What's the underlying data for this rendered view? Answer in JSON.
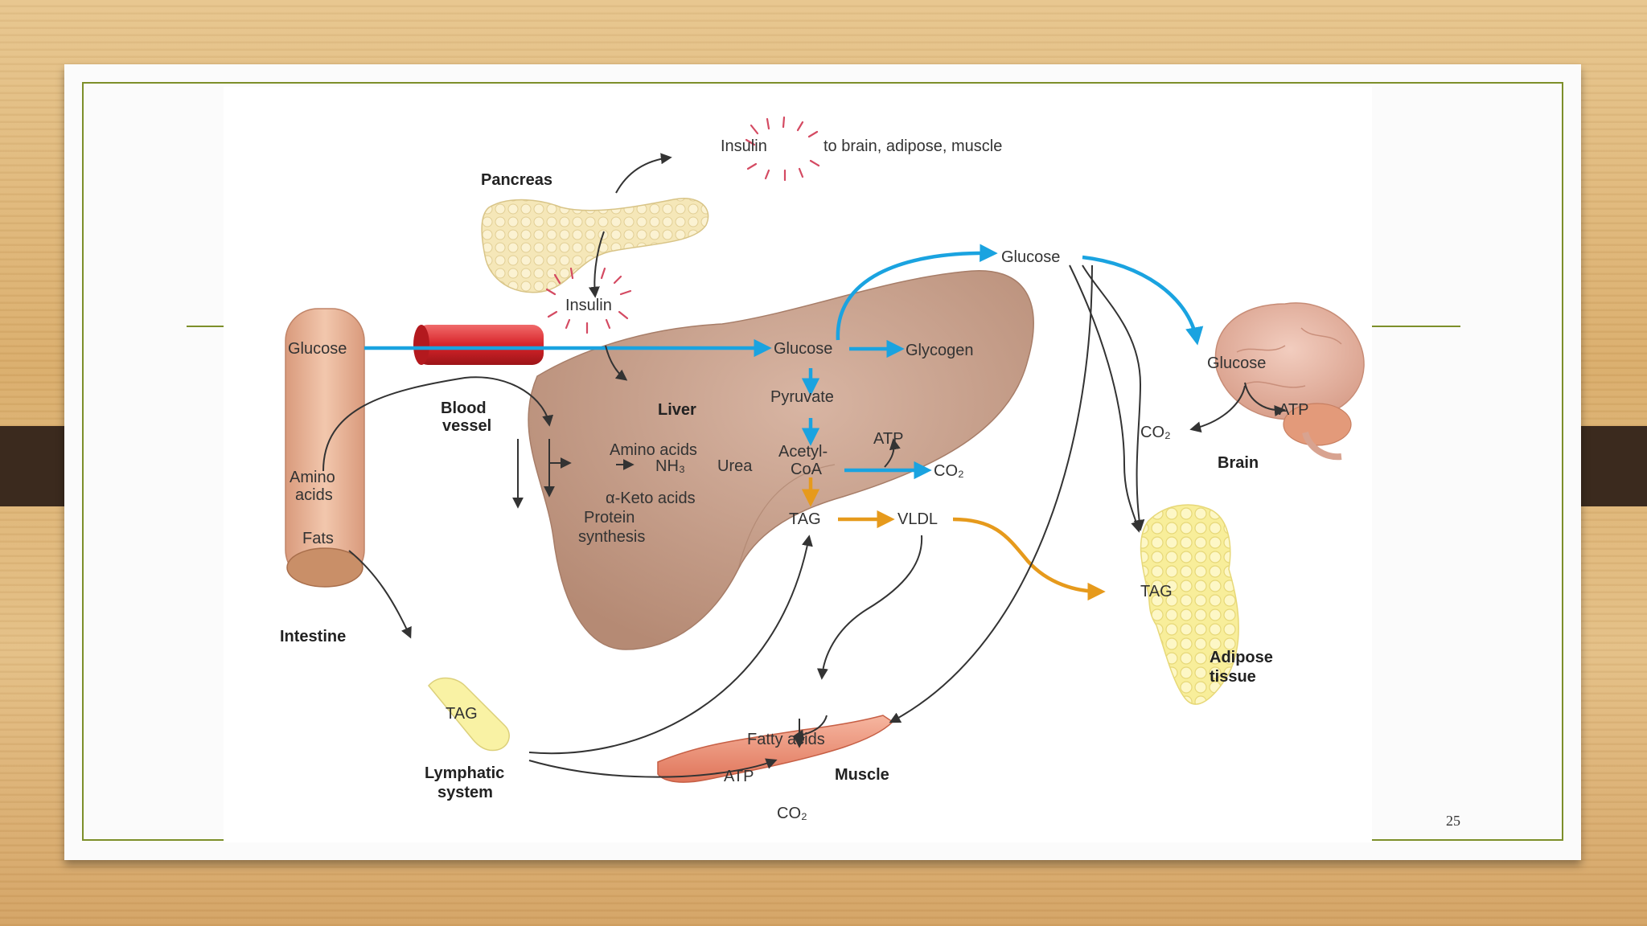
{
  "slide": {
    "page_number": "25"
  },
  "labels": {
    "insulin_top": "Insulin",
    "to_targets": "to brain, adipose, muscle",
    "pancreas": "Pancreas",
    "insulin_mid": "Insulin",
    "glucose_top": "Glucose",
    "glucose_intestine": "Glucose",
    "amino_acids_intestine": [
      "Amino",
      "acids"
    ],
    "fats": "Fats",
    "intestine": "Intestine",
    "blood_vessel": [
      "Blood",
      "vessel"
    ],
    "liver": "Liver",
    "glucose_liver": "Glucose",
    "glycogen": "Glycogen",
    "pyruvate": "Pyruvate",
    "atp_liver": "ATP",
    "acetyl_coa": [
      "Acetyl-",
      "CoA"
    ],
    "co2_liver": "CO₂",
    "tag_liver": "TAG",
    "vldl": "VLDL",
    "amino_acids_liver": "Amino acids",
    "nh3": "NH₃",
    "urea": "Urea",
    "keto_acids": "α-Keto acids",
    "protein_synthesis": [
      "Protein",
      "synthesis"
    ],
    "glucose_brain": "Glucose",
    "atp_brain": "ATP",
    "co2_brain": "CO₂",
    "brain": "Brain",
    "tag_adipose": "TAG",
    "adipose_tissue": [
      "Adipose",
      "tissue"
    ],
    "tag_lymph": "TAG",
    "lymphatic_system": [
      "Lymphatic",
      "system"
    ],
    "fatty_acids": "Fatty acids",
    "atp_muscle": "ATP",
    "muscle": "Muscle",
    "co2_muscle": "CO₂"
  },
  "colors": {
    "frame": "#7d8f2a",
    "blue_arrow": "#1aa3e0",
    "orange_arrow": "#e69a1c",
    "black_arrow": "#333333",
    "liver": "#c79f8a",
    "intestine": "#e8b497",
    "vessel": "#d8242a",
    "fat": "#f8ee9a",
    "muscle": "#e98a6e",
    "brain": "#e6b6a3"
  }
}
